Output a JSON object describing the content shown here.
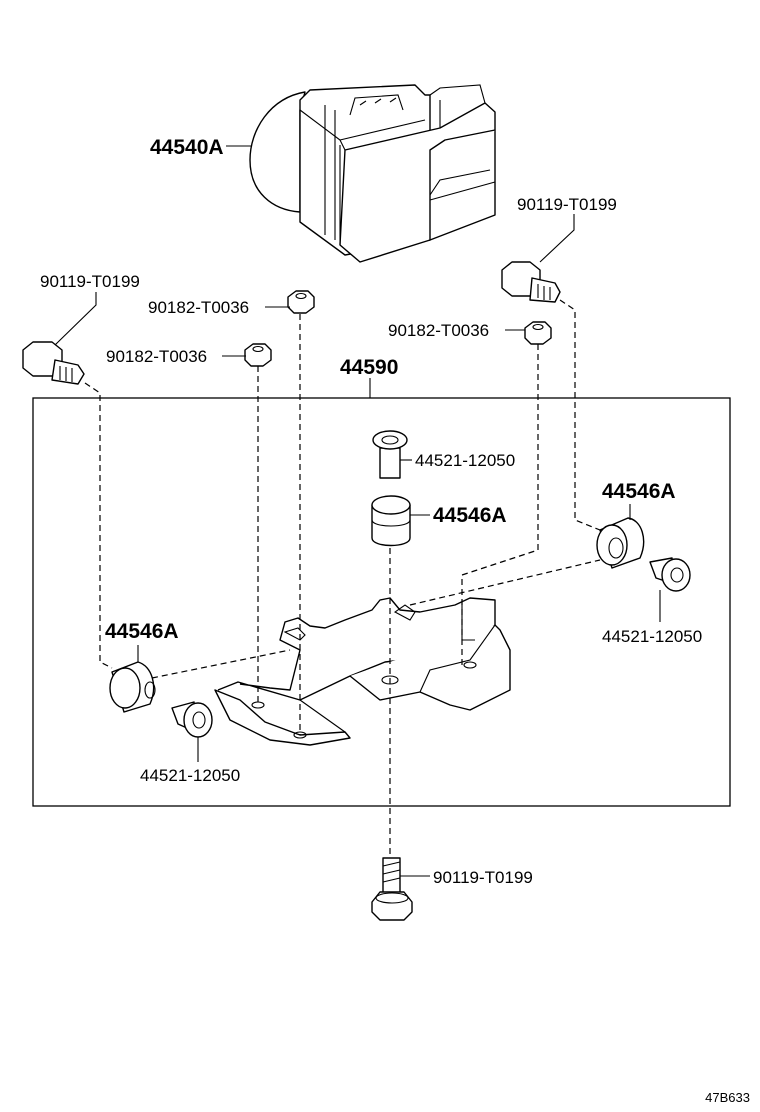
{
  "labels": {
    "abs_actuator": "44540A",
    "bolt_top_right": "90119-T0199",
    "bolt_top_left": "90119-T0199",
    "nut_upper": "90182-T0036",
    "nut_left": "90182-T0036",
    "nut_right": "90182-T0036",
    "bracket_assembly": "44590",
    "collar_center": "44521-12050",
    "cushion_center": "44546A",
    "cushion_right": "44546A",
    "collar_right": "44521-12050",
    "cushion_left": "44546A",
    "collar_left": "44521-12050",
    "bolt_bottom": "90119-T0199"
  },
  "diagram_code": "47B633",
  "colors": {
    "line": "#000000",
    "background": "#ffffff"
  }
}
